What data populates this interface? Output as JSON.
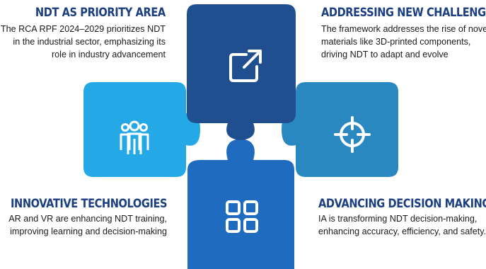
{
  "colors": {
    "piece_top": "#1f4f8e",
    "piece_left": "#24a9e6",
    "piece_right": "#2a88c1",
    "piece_bottom": "#1e6bbf",
    "icon": "#ffffff",
    "heading": "#1c3f82",
    "body_text": "#1a1a1a"
  },
  "puzzle": {
    "top_piece_icon": "external-link-icon",
    "left_piece_icon": "team-people-icon",
    "right_piece_icon": "crosshair-target-icon",
    "bottom_piece_icon": "grid-squares-icon"
  },
  "blocks": {
    "ndt_priority": {
      "heading": "NDT AS PRIORITY AREA",
      "lines": [
        "The RCA RPF 2024–2029 prioritizes NDT",
        "in the industrial sector, emphasizing its",
        "role in industry advancement"
      ]
    },
    "new_challenges": {
      "heading": "ADDRESSING NEW CHALLENGES",
      "lines": [
        "The framework addresses the rise of novel",
        "materials like 3D-printed components,",
        "driving NDT to adapt and evolve"
      ]
    },
    "innovative_tech": {
      "heading": "INNOVATIVE TECHNOLOGIES",
      "lines": [
        "AR and VR are enhancing NDT training,",
        "improving learning and decision-making"
      ]
    },
    "decision_making": {
      "heading": "ADVANCING DECISION MAKING",
      "lines": [
        "IA is transforming NDT decision-making,",
        "enhancing accuracy, efficiency, and safety."
      ]
    }
  }
}
